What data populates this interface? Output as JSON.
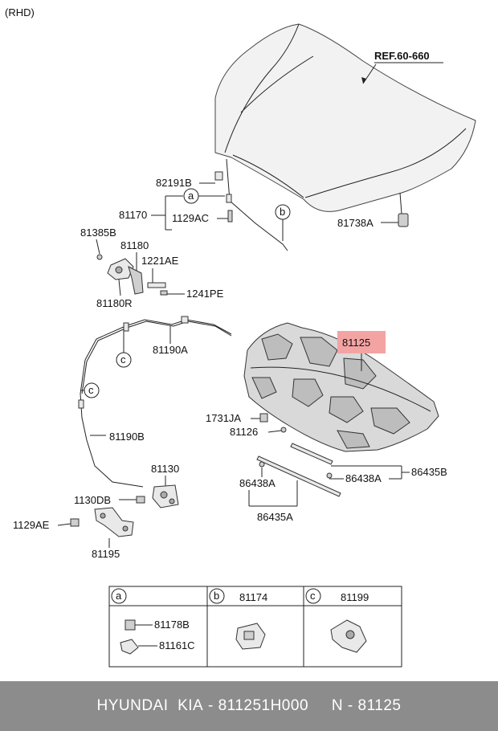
{
  "diagram": {
    "variant": "(RHD)",
    "ref_label": "REF.60-660",
    "parts": {
      "p82191B": "82191B",
      "p81170": "81170",
      "p1129AC": "1129AC",
      "p81738A": "81738A",
      "p81385B": "81385B",
      "p81180": "81180",
      "p1221AE": "1221AE",
      "p1241PE": "1241PE",
      "p81180R": "81180R",
      "p81190A": "81190A",
      "p81125": "81125",
      "p1731JA": "1731JA",
      "p81126": "81126",
      "p81190B": "81190B",
      "p86438A_left": "86438A",
      "p86438A_right": "86438A",
      "p86435B": "86435B",
      "p86435A": "86435A",
      "p81130": "81130",
      "p1130DB": "1130DB",
      "p1129AE": "1129AE",
      "p81195": "81195"
    },
    "callouts": {
      "a": "a",
      "b": "b",
      "c1": "c",
      "c2": "c"
    },
    "highlight_color": "#f4a3a3"
  },
  "legend": {
    "cells": [
      {
        "letter": "a",
        "part": "",
        "subparts": [
          "81178B",
          "81161C"
        ]
      },
      {
        "letter": "b",
        "part": "81174"
      },
      {
        "letter": "c",
        "part": "81199"
      }
    ]
  },
  "footer": {
    "brand": "HYUNDAI  KIA",
    "sep1": " - ",
    "part_number": "811251H000",
    "gap": "     ",
    "n_label": "N",
    "sep2": " - ",
    "n_value": "81125"
  }
}
